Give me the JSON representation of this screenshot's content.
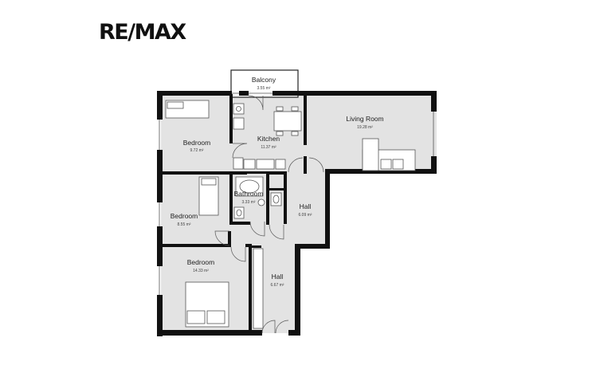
{
  "brand": {
    "logo_text": "RE/MAX"
  },
  "rooms": [
    {
      "id": "balcony",
      "name": "Balcony",
      "area": "3.55 m²"
    },
    {
      "id": "bedroom1",
      "name": "Bedroom",
      "area": "9.72 m²"
    },
    {
      "id": "kitchen",
      "name": "Kitchen",
      "area": "11.37 m²"
    },
    {
      "id": "living",
      "name": "Living Room",
      "area": "19.28 m²"
    },
    {
      "id": "bathroom",
      "name": "Bathroom",
      "area": "3.33 m²"
    },
    {
      "id": "bedroom2",
      "name": "Bedroom",
      "area": "8.55 m²"
    },
    {
      "id": "hall1",
      "name": "Hall",
      "area": "6.09 m²"
    },
    {
      "id": "bedroom3",
      "name": "Bedroom",
      "area": "14.33 m²"
    },
    {
      "id": "hall2",
      "name": "Hall",
      "area": "6.67 m²"
    }
  ]
}
